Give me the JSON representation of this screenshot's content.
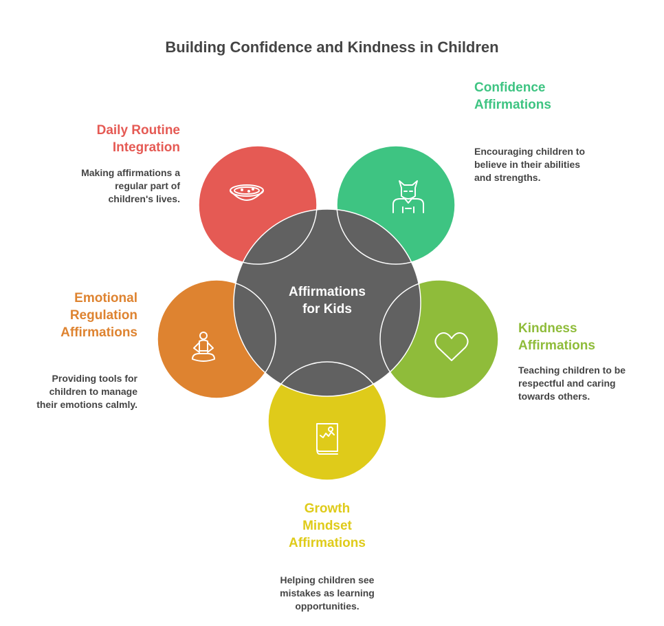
{
  "title": "Building Confidence and Kindness in Children",
  "center": {
    "label_line1": "Affirmations",
    "label_line2": "for Kids",
    "color": "#616161"
  },
  "items": [
    {
      "key": "daily-routine",
      "title_line1": "Daily Routine",
      "title_line2": "Integration",
      "desc_lines": [
        "Making affirmations a",
        "regular part of",
        "children's lives."
      ],
      "color": "#E55A54",
      "icon": "bowl-icon"
    },
    {
      "key": "confidence",
      "title_line1": "Confidence",
      "title_line2": "Affirmations",
      "desc_lines": [
        "Encouraging children to",
        "believe in their abilities",
        "and strengths."
      ],
      "color": "#3EC482",
      "icon": "superhero-icon"
    },
    {
      "key": "kindness",
      "title_line1": "Kindness",
      "title_line2": "Affirmations",
      "desc_lines": [
        "Teaching children to be",
        "respectful and caring",
        "towards others."
      ],
      "color": "#8FBC3A",
      "icon": "heart-icon"
    },
    {
      "key": "growth-mindset",
      "title_line1": "Growth",
      "title_line2": "Mindset",
      "title_line3": "Affirmations",
      "desc_lines": [
        "Helping children see",
        "mistakes as learning",
        "opportunities."
      ],
      "color": "#DFCB1A",
      "icon": "book-icon"
    },
    {
      "key": "emotional-regulation",
      "title_line1": "Emotional",
      "title_line2": "Regulation",
      "title_line3": "Affirmations",
      "desc_lines": [
        "Providing tools for",
        "children to manage",
        "their emotions calmly."
      ],
      "color": "#DE8330",
      "icon": "meditation-icon"
    }
  ]
}
